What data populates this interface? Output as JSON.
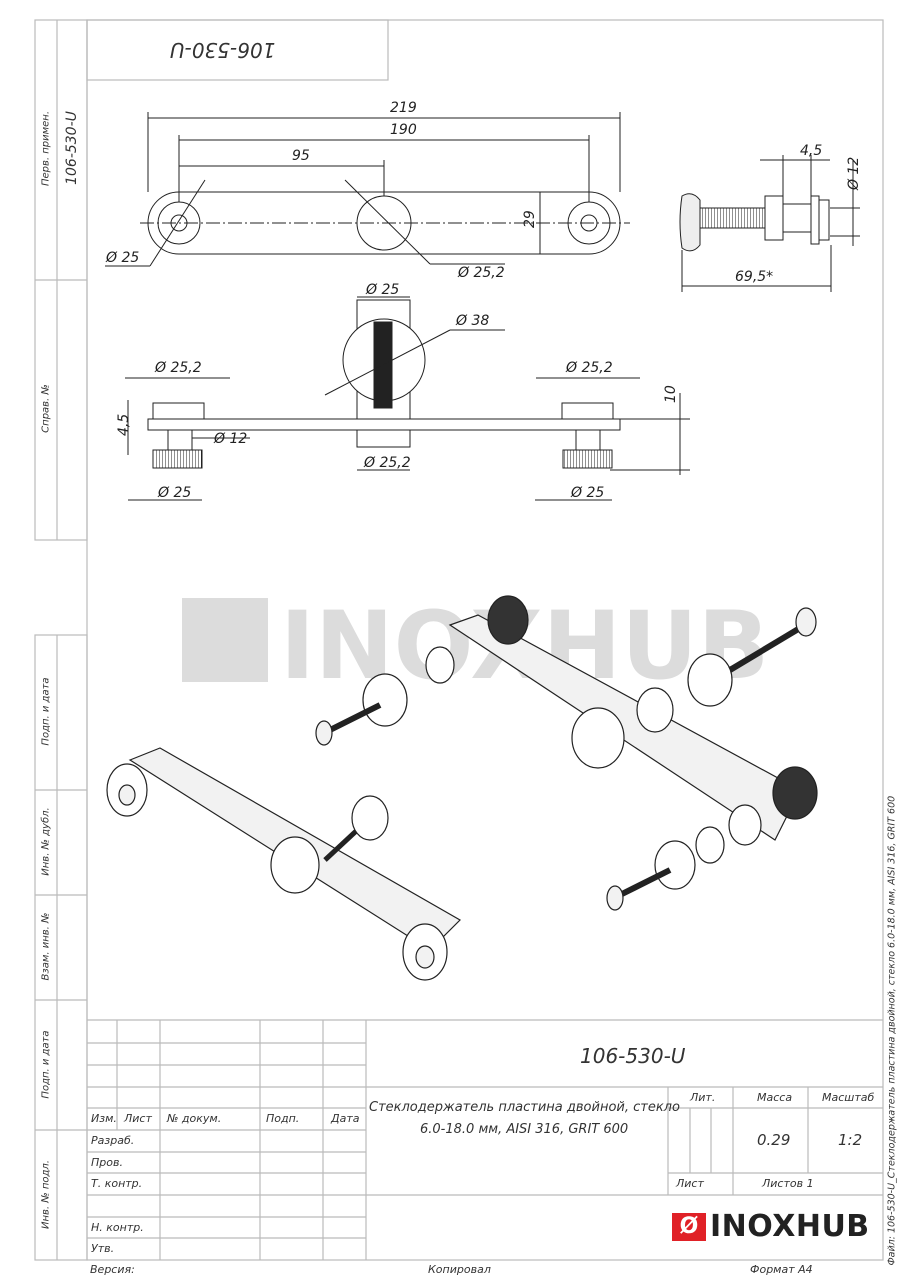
{
  "drawing_number": "106-530-U",
  "side_strip": {
    "perv_primen_label": "Перв. примен.",
    "perv_primen_value": "106-530-U",
    "sprav_label": "Справ. №",
    "podp_data_label_1": "Подп. и дата",
    "inv_dubl_label": "Инв. № дубл.",
    "vzam_inv_label": "Взам. инв. №",
    "podp_data_label_2": "Подп. и дата",
    "inv_podl_label": "Инв. № подл."
  },
  "dimensions": {
    "top_view": {
      "overall": "219",
      "centers": "190",
      "half": "95",
      "height": "29",
      "hole_left": "Ø 25",
      "center_disc": "Ø 25,2"
    },
    "side_view": {
      "washer": "4,5",
      "diameter": "Ø 12",
      "length": "69,5*"
    },
    "front_view": {
      "center_top": "Ø 25",
      "center_big": "Ø 38",
      "left_top": "Ø 25,2",
      "right_top": "Ø 25,2",
      "thickness": "4,5",
      "pin": "Ø 12",
      "height": "10",
      "center_bottom": "Ø 25,2",
      "left_bottom": "Ø 25",
      "right_bottom": "Ø 25"
    }
  },
  "watermark": "INOXHUB",
  "title_block": {
    "headers": [
      "Изм.",
      "Лист",
      "№ докум.",
      "Подп.",
      "Дата"
    ],
    "roles": [
      "Разраб.",
      "Пров.",
      "Т. контр.",
      "Н. контр.",
      "Утв."
    ],
    "designation": "106-530-U",
    "title_line1": "Стеклодержатель пластина двойной, стекло",
    "title_line2": "6.0-18.0 мм, AISI 316, GRIT 600",
    "lit_label": "Лит.",
    "mass_label": "Масса",
    "scale_label": "Масштаб",
    "mass_value": "0.29",
    "scale_value": "1:2",
    "sheet_label": "Лист",
    "sheets_label": "Листов 1",
    "logo_text": "INOXHUB"
  },
  "footer": {
    "version_label": "Версия:",
    "copied_label": "Копировал",
    "format_label": "Формат А4",
    "file_label": "Файл: 106-530-U_Стеклодержатель пластина двойной, стекло 6.0-18.0 мм, AISI 316, GRIT 600"
  },
  "colors": {
    "brand_red": "#e02127",
    "frame": "#bbbbbb",
    "watermark": "#d9d9d9"
  }
}
